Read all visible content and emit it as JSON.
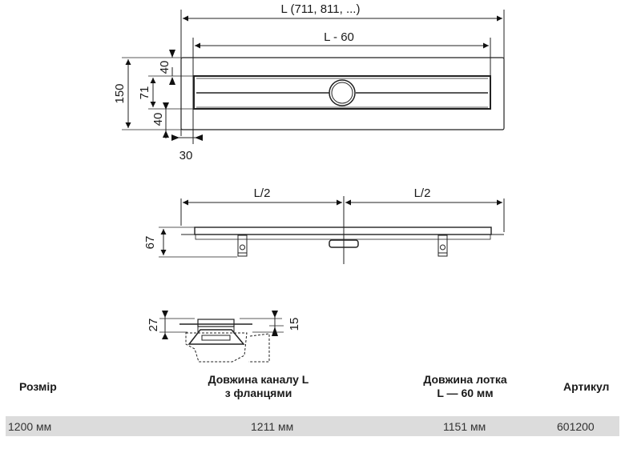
{
  "drawing": {
    "top_view": {
      "total_length_label": "L (711, 811, ...)",
      "inner_length_label": "L - 60",
      "height_total": "150",
      "top_margin": "40",
      "channel_width": "71",
      "bottom_margin": "40",
      "side_margin": "30"
    },
    "side_view": {
      "left_half_label": "L/2",
      "right_half_label": "L/2",
      "height": "67"
    },
    "section_view": {
      "depth_left": "27",
      "depth_right": "15"
    }
  },
  "table": {
    "headers": [
      {
        "line1": "Розмір",
        "line2": ""
      },
      {
        "line1": "Довжина каналу L",
        "line2": "з фланцями"
      },
      {
        "line1": "Довжина лотка",
        "line2": "L — 60 мм"
      },
      {
        "line1": "Артикул",
        "line2": ""
      }
    ],
    "rows": [
      [
        "1200 мм",
        "1211 мм",
        "1151 мм",
        "601200"
      ]
    ],
    "row_bg": "#dcdcdc"
  }
}
